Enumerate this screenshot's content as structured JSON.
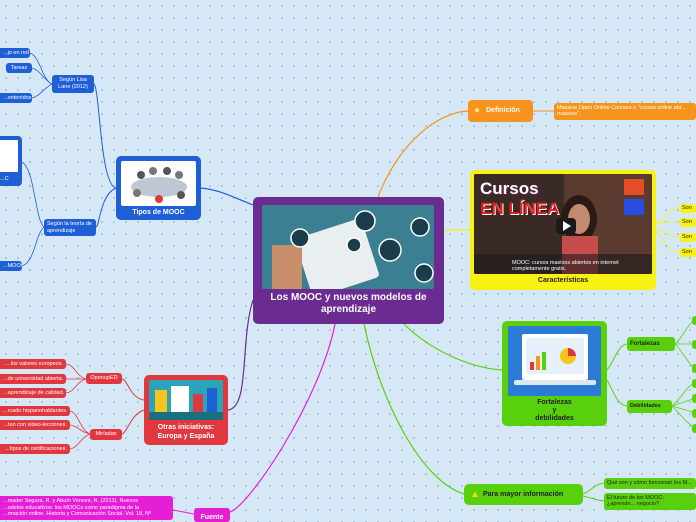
{
  "central": {
    "title": "Los MOOC y nuevos modelos de aprendizaje"
  },
  "definicion": {
    "title": "Definición",
    "text": "Massive Open Online Courses o \"cursos online abi... masivos\"."
  },
  "caracteristicas": {
    "title": "Características",
    "video_title_line1": "Cursos",
    "video_title_line2": "EN LÍNEA",
    "video_caption": "MOOC: cursos masivos abiertos en internet completamente gratis.",
    "items": [
      "Son",
      "Son",
      "Son",
      "Son"
    ]
  },
  "fortalezas": {
    "title_line1": "Fortalezas",
    "title_line2": "y",
    "title_line3": "debilidades",
    "sub1": "Fortalezas",
    "sub2": "Debilidades"
  },
  "mayor_info": {
    "title": "Para mayor información",
    "items": [
      "Qué son y cómo funcionan los M...",
      "El futuro de los MOOC: ¿aprende... negocio?"
    ]
  },
  "fuente": {
    "title": "Fuente",
    "text_line1": "...mader Segura, R. y Abuín Vences, N. (2013). Nuevos",
    "text_line2": "...odelos educativos: los MOOCs como paradigma de la",
    "text_line3": "...rmación online. Historia y Comunicación Social. Vol. 18, Nº"
  },
  "tipos": {
    "title": "Tipos de MOOC",
    "branch1": "Según Lisa Lane (2012)",
    "branch1_items": [
      "...jo en red",
      "Tareas",
      "...ontenidos"
    ],
    "branch2": "Según la teoría de aprendizaje",
    "branch2_items": [
      "...C",
      "...MOOC"
    ]
  },
  "otras": {
    "title_line1": "Otras iniciativas:",
    "title_line2": "Europa y España",
    "branch1": "OpenupED",
    "branch1_items": [
      "... los valores europeos.",
      "...de universidad abierta.",
      "...aprendizaje de calidad."
    ],
    "branch2": "Miríadax",
    "branch2_items": [
      "...rcado hispanohablantes.",
      "...tan con video-lecciones.",
      "...tipos de certificaciones."
    ]
  },
  "colors": {
    "central": "#6a2c91",
    "blue": "#1f5fd6",
    "red": "#e0383e",
    "green": "#58d10c",
    "yellow": "#f7f212",
    "orange": "#f7941d",
    "magenta": "#e61fd6"
  }
}
